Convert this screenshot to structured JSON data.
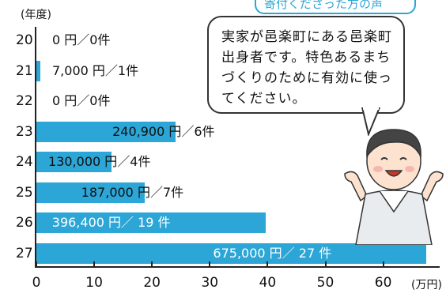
{
  "chart_data": {
    "type": "bar",
    "orientation": "horizontal",
    "unit_label": "(年度)",
    "x_unit": "(万円)",
    "categories": [
      "20",
      "21",
      "22",
      "23",
      "24",
      "25",
      "26",
      "27"
    ],
    "values": [
      0,
      0.7,
      0,
      24.09,
      13.0,
      18.7,
      39.64,
      67.5
    ],
    "bar_labels": [
      "0 円／0件",
      "7,000 円／1件",
      "0 円／0件",
      "240,900 円／6件",
      "130,000 円／4件",
      "187,000 円／7件",
      "396,400 円／ 19 件",
      "675,000 円／ 27 件"
    ],
    "xticks": [
      "0",
      "10",
      "20",
      "30",
      "40",
      "50",
      "60"
    ],
    "xlim": [
      0,
      67.5
    ],
    "bar_color": "#2ba6d6"
  },
  "callout": {
    "banner": "寄付くださった方の声",
    "text": "実家が邑楽町にある邑楽町出身者です。特色あるまちづくりのために有効に使ってください。"
  }
}
